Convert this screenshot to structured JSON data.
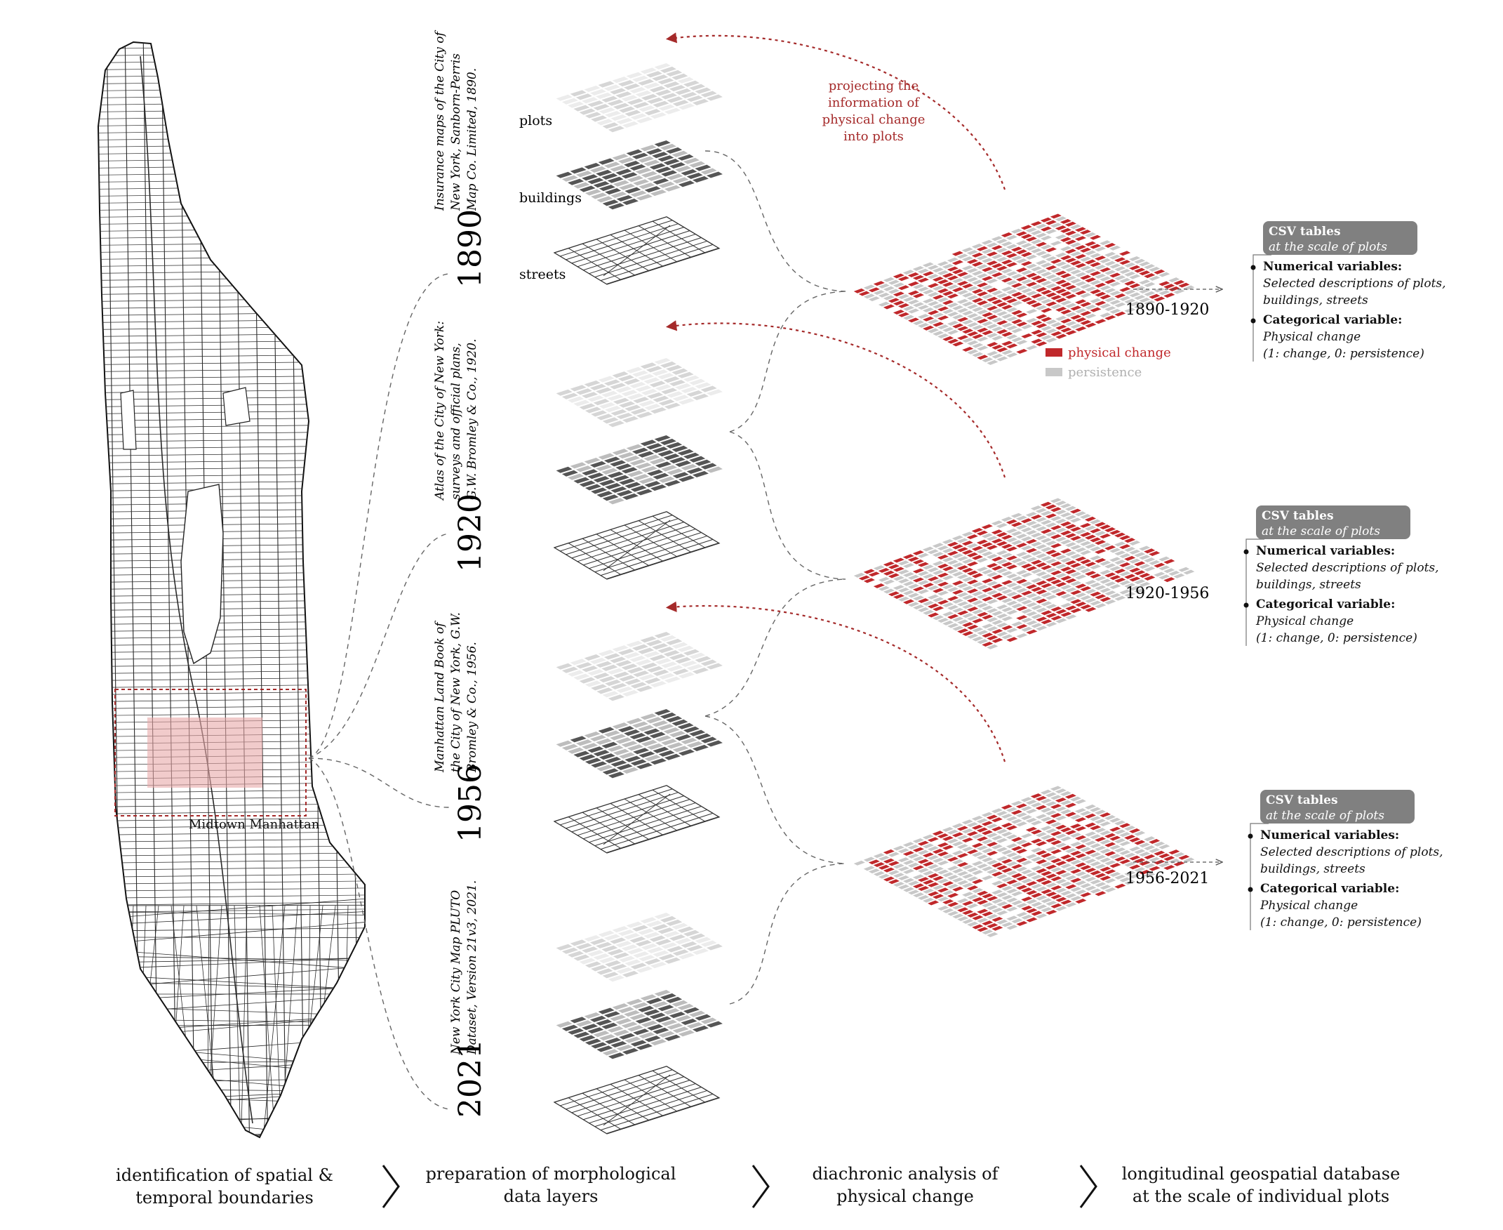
{
  "colors": {
    "change": "#c0282b",
    "persistence": "#c8c8c8",
    "dark_buildings": "#555555",
    "light_plots": "#d6d6d6",
    "lines": "#222222",
    "csv_header": "#808080"
  },
  "map": {
    "highlight_label": "Midtown Manhattan"
  },
  "layer_labels": {
    "plots": "plots",
    "buildings": "buildings",
    "streets": "streets"
  },
  "sources": [
    {
      "year": "1890",
      "lines": [
        "Insurance maps of the City of",
        "New      York,     Sanborn-Perris",
        "Map Co. Limited, 1890."
      ]
    },
    {
      "year": "1920",
      "lines": [
        "Atlas of the City of New York:",
        "surveys and official plans,",
        "G.W. Bromley & Co., 1920."
      ]
    },
    {
      "year": "1956",
      "lines": [
        "Manhattan Land Book of",
        "the City of New York, G.W.",
        "Bromley & Co., 1956."
      ]
    },
    {
      "year": "2021",
      "lines": [
        "New York City Map PLUTO",
        "Dataset, Version 21v3, 2021."
      ]
    }
  ],
  "projection_note": [
    "projecting the",
    "information of",
    "physical change",
    "into plots"
  ],
  "legend": {
    "change": "physical change",
    "persistence": "persistence"
  },
  "periods": [
    "1890-1920",
    "1920-1956",
    "1956-2021"
  ],
  "csv": {
    "title": "CSV tables",
    "subtitle": "at the scale of plots",
    "numerical_head": "Numerical variables:",
    "numerical_desc": [
      "Selected descriptions of plots,",
      "buildings, streets"
    ],
    "categorical_head": "Categorical variable:",
    "categorical_desc": [
      "Physical change",
      "(1: change, 0: persistence)"
    ]
  },
  "steps": [
    [
      "identification of spatial &",
      "temporal boundaries"
    ],
    [
      "preparation of morphological",
      "data layers"
    ],
    [
      "diachronic analysis of",
      "physical change"
    ],
    [
      "longitudinal geospatial database",
      "at the scale of individual plots"
    ]
  ]
}
